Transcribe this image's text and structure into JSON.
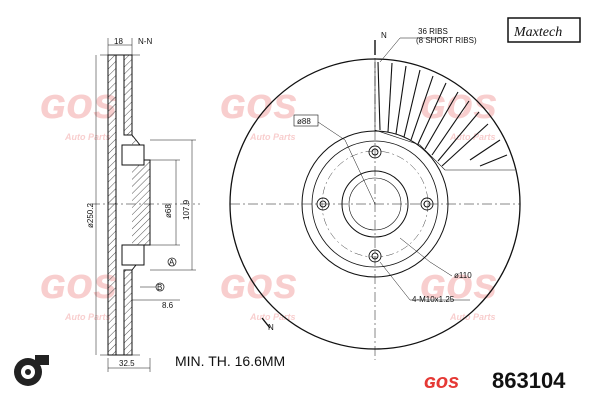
{
  "brand": {
    "logo_text": "Maxtech",
    "watermark_text": "Auto Parts"
  },
  "part": {
    "number": "863104",
    "min_thickness": "MIN. TH. 16.6MM"
  },
  "section": {
    "label": "N-N",
    "dims": {
      "width_top": "18",
      "dia_outer": "ø250.2",
      "dia_hub": "ø68",
      "height": "107.9",
      "offset": "8.6",
      "overall": "32.5"
    },
    "markers": {
      "a": "A",
      "b": "B"
    }
  },
  "front": {
    "section_mark": "N",
    "ribs_note_1": "36 RIBS",
    "ribs_note_2": "(8 SHORT RIBS)",
    "center_bore": "ø88",
    "bolt_circle": "ø110",
    "bolt_holes": "4-M10x1.25"
  },
  "colors": {
    "watermark": "#f4a7a7",
    "line": "#111111",
    "hatch": "#444444"
  }
}
